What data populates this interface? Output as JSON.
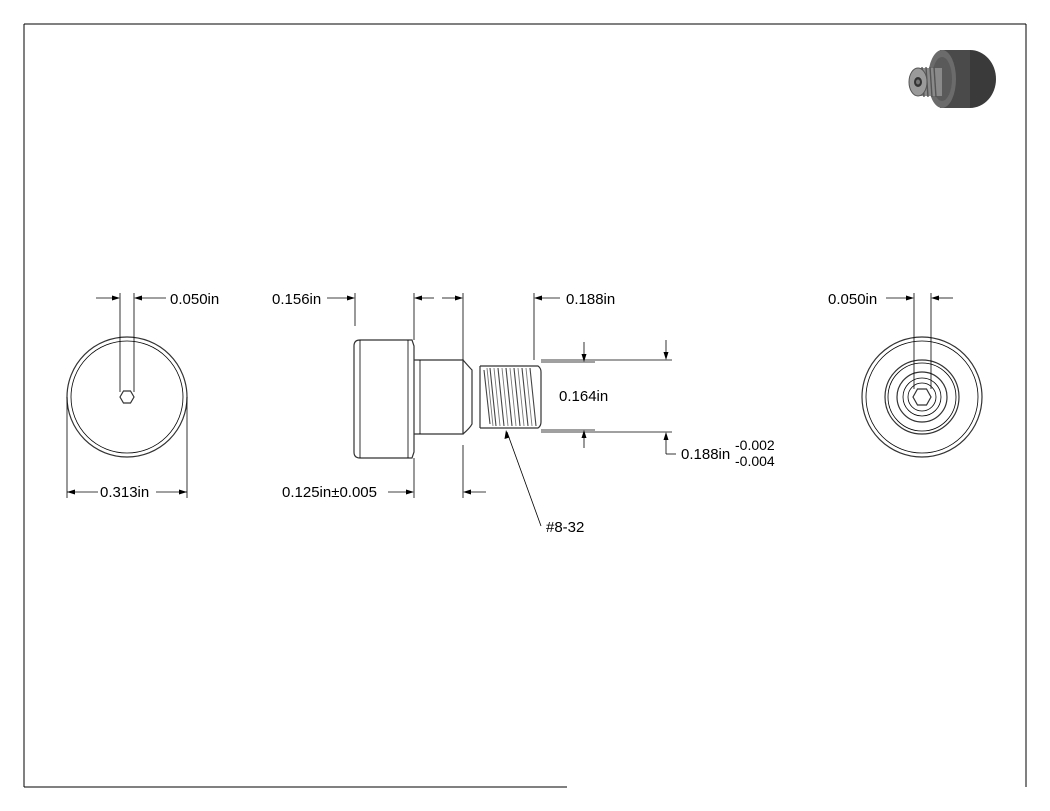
{
  "dimensions": {
    "front_hex_width": "0.050in",
    "front_diameter": "0.313in",
    "head_height": "0.156in",
    "shoulder_length": "0.125in±0.005",
    "thread_length": "0.188in",
    "thread_diameter": "0.164in",
    "shoulder_diameter": "0.188in",
    "shoulder_tol_upper": "-0.002",
    "shoulder_tol_lower": "-0.004",
    "thread_callout": "#8-32",
    "rear_hex_width": "0.050in"
  },
  "colors": {
    "line": "#000000",
    "part_outline": "#333333",
    "iso_dark": "#3a3a3a",
    "iso_mid": "#6b6b6b",
    "iso_light": "#9a9a9a"
  }
}
